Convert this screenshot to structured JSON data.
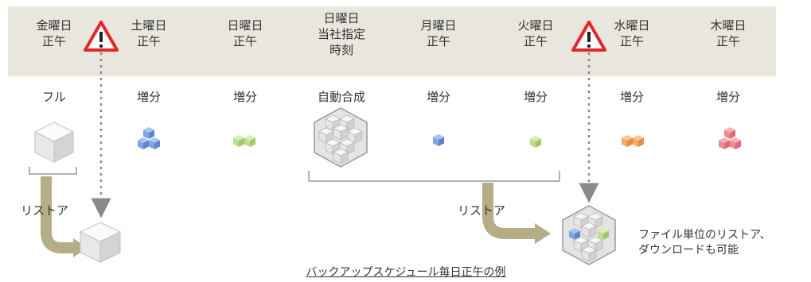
{
  "columns": [
    {
      "day_lines": [
        "金曜日",
        "正午"
      ],
      "backup_type": "フル",
      "warning": true,
      "cube": "full"
    },
    {
      "day_lines": [
        "土曜日",
        "正午"
      ],
      "backup_type": "増分",
      "warning": false,
      "cube": "triple-blue"
    },
    {
      "day_lines": [
        "日曜日",
        "正午"
      ],
      "backup_type": "増分",
      "warning": false,
      "cube": "double-green"
    },
    {
      "day_lines": [
        "日曜日",
        "当社指定",
        "時刻"
      ],
      "backup_type": "自動合成",
      "warning": false,
      "cube": "synthetic"
    },
    {
      "day_lines": [
        "月曜日",
        "正午"
      ],
      "backup_type": "増分",
      "warning": false,
      "cube": "single-blue"
    },
    {
      "day_lines": [
        "火曜日",
        "正午"
      ],
      "backup_type": "増分",
      "warning": true,
      "cube": "single-green"
    },
    {
      "day_lines": [
        "水曜日",
        "正午"
      ],
      "backup_type": "増分",
      "warning": false,
      "cube": "double-orange"
    },
    {
      "day_lines": [
        "木曜日",
        "正午"
      ],
      "backup_type": "増分",
      "warning": false,
      "cube": "triple-red"
    }
  ],
  "restore_label_left": "リストア",
  "restore_label_right": "リストア",
  "note_line1": "ファイル単位のリストア、",
  "note_line2": "ダウンロードも可能",
  "caption": "バックアップスケジュール毎日正午の例",
  "colors": {
    "band": "#e8e6dd",
    "blue": "#6f98db",
    "green": "#b3d67f",
    "orange": "#f0a35c",
    "red": "#ea7f86",
    "arrow": "#b5ad86",
    "warning": "#e2262b"
  }
}
